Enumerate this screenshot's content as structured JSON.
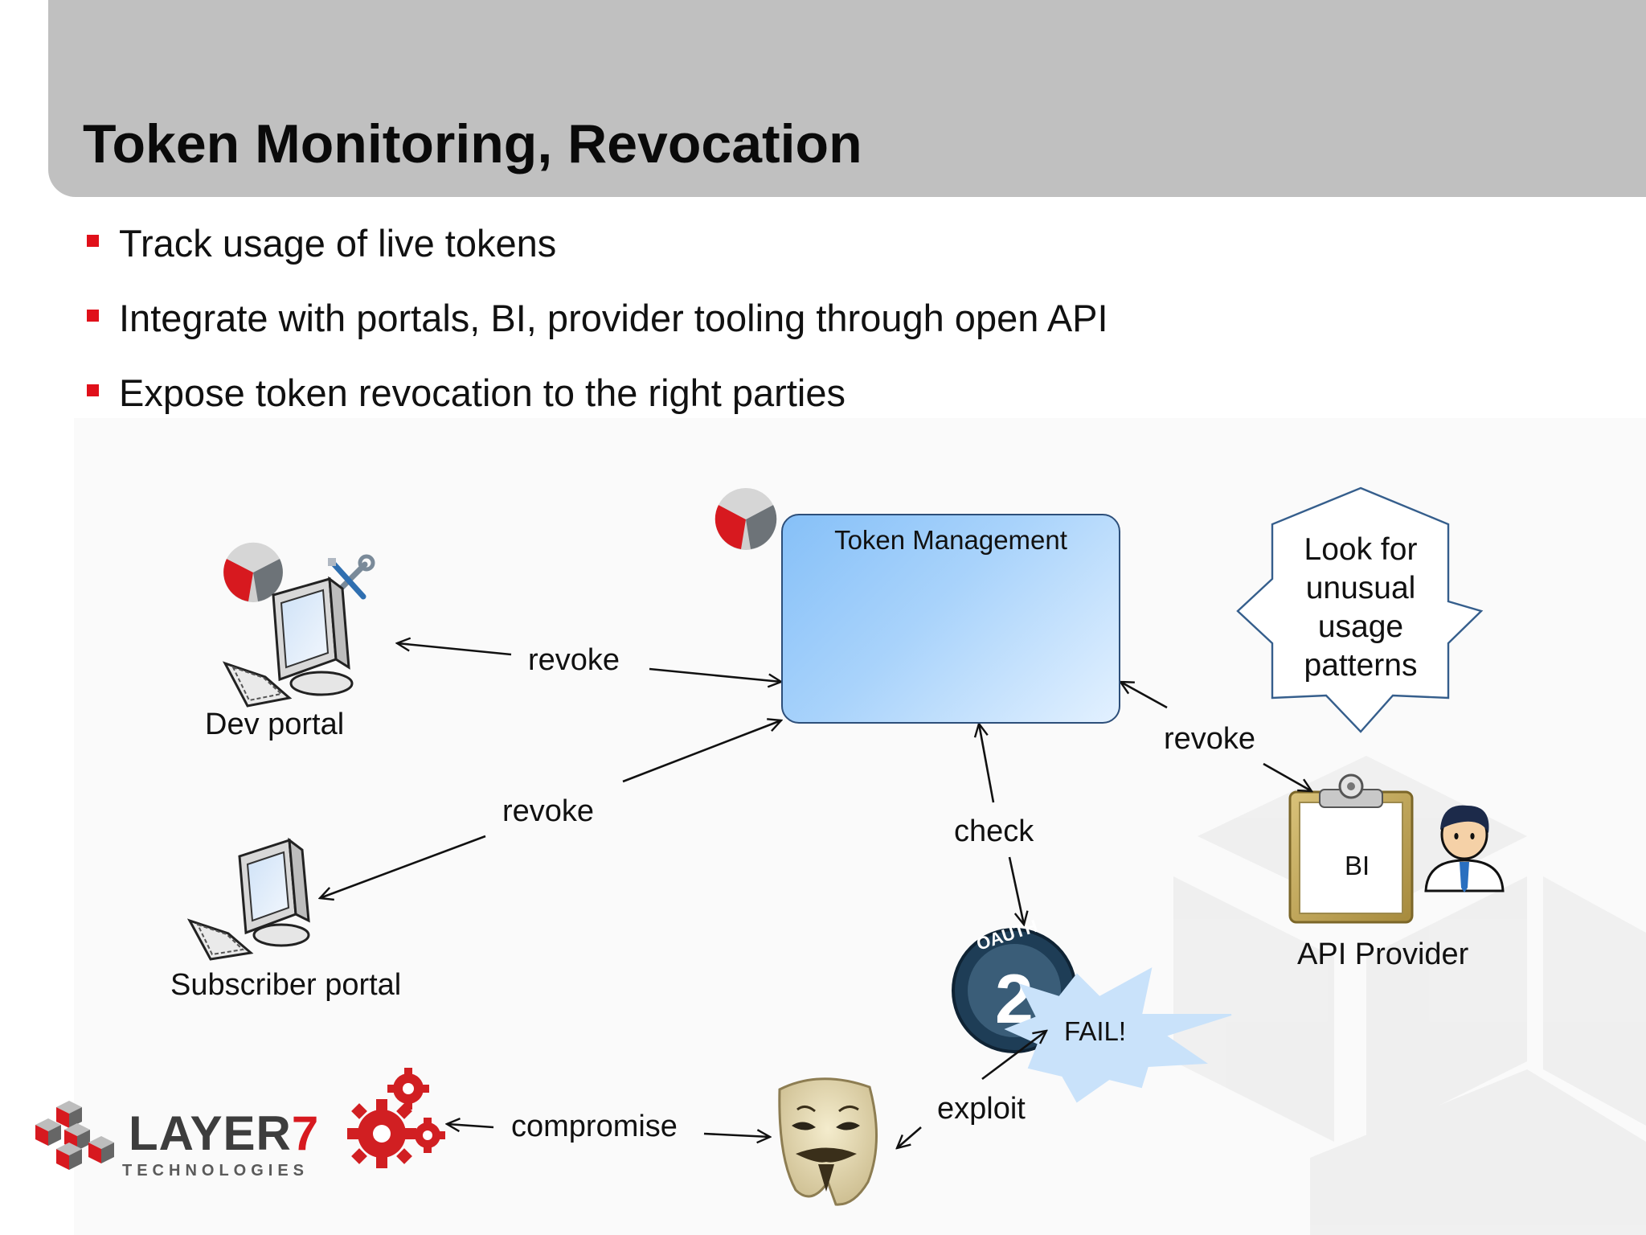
{
  "slide": {
    "title": "Token Monitoring, Revocation",
    "bullets": [
      "Track usage of live tokens",
      "Integrate with portals, BI, provider tooling through open API",
      "Expose token revocation to the right parties"
    ]
  },
  "diagram": {
    "token_management": "Token Management",
    "dev_portal": "Dev portal",
    "subscriber_portal": "Subscriber portal",
    "callout_lines": [
      "Look for",
      "unusual",
      "usage",
      "patterns"
    ],
    "bi_label": "BI",
    "api_provider": "API Provider",
    "fail_label": "FAIL!",
    "oauth_badge": "OAUTH",
    "oauth_number": "2",
    "edge_labels": {
      "revoke_dev": "revoke",
      "revoke_subscriber": "revoke",
      "revoke_provider": "revoke",
      "check": "check",
      "exploit": "exploit",
      "compromise": "compromise"
    }
  },
  "logo": {
    "word": "LAYER",
    "number": "7",
    "sub": "TECHNOLOGIES"
  },
  "colors": {
    "header_band": "#c0c0c0",
    "bullet_marker": "#e0101a",
    "box_fill_dark": "#86c0f8",
    "box_fill_light": "#e3f1ff",
    "brand_red": "#d7191f"
  },
  "icons": [
    "layer7-cube-icon",
    "tools-icon",
    "computer-icon",
    "clipboard-icon",
    "user-icon",
    "gears-icon",
    "mask-icon",
    "oauth-logo-icon",
    "burst-icon"
  ]
}
